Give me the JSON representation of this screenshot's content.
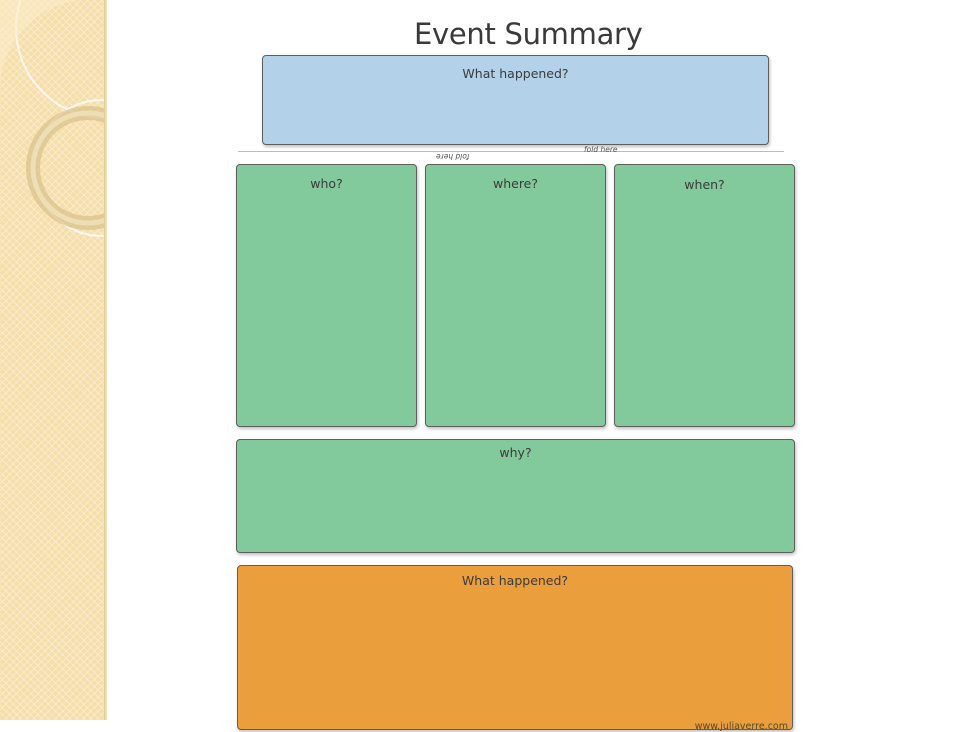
{
  "slide": {
    "title": "Event Summary"
  },
  "organizer": {
    "top_box_label": "What happened?",
    "fold_text_left": "fold here",
    "fold_text_right": "fold here",
    "who_label": "who?",
    "where_label": "where?",
    "when_label": "when?",
    "why_label": "why?",
    "bottom_box_label": "What happened?",
    "footer_url": "www.juliaverre.com"
  },
  "colors": {
    "blue": "#b3d1e9",
    "green": "#82c99b",
    "orange": "#ea9e3c",
    "sidebar": "#f5deaa"
  }
}
